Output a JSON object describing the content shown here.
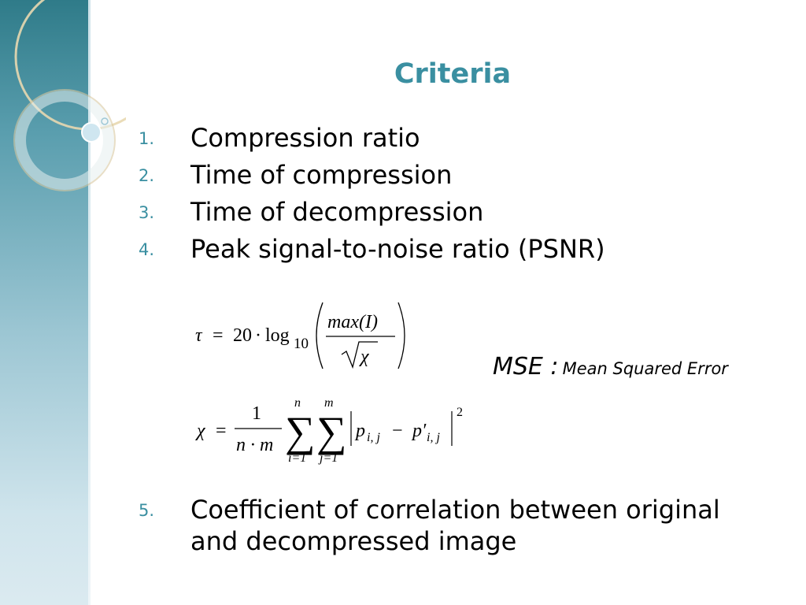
{
  "slide": {
    "title": "Criteria",
    "items": [
      {
        "number": "1.",
        "text": "Compression ratio"
      },
      {
        "number": "2.",
        "text": "Time of compression"
      },
      {
        "number": "3.",
        "text": "Time of decompression"
      },
      {
        "number": "4.",
        "text": "Peak signal-to-noise ratio (PSNR)"
      },
      {
        "number": "5.",
        "text_line1": "Coefficient of correlation between original",
        "text_line2": "and decompressed image"
      }
    ],
    "mse_abbr": "MSE :",
    "mse_full": "Mean Squared Error"
  },
  "formulas": {
    "psnr": {
      "lhs": "τ",
      "eq": "=",
      "const": "20",
      "dot": "·",
      "log": "log",
      "base": "10",
      "numerator": "max(I)",
      "sqrt_arg": "χ"
    },
    "mse": {
      "lhs": "χ",
      "eq": "=",
      "numerator": "1",
      "denominator": "n · m",
      "sum1_top": "n",
      "sum1_bottom": "i=1",
      "sum2_top": "m",
      "sum2_bottom": "j=1",
      "term1": "p",
      "term1_sub": "i, j",
      "minus": "−",
      "term2": "p′",
      "term2_sub": "i, j",
      "power": "2"
    }
  },
  "colors": {
    "accent": "#3a8fa1",
    "sidebar_top": "#2f7b89",
    "sidebar_bottom": "#dbeaf0"
  }
}
